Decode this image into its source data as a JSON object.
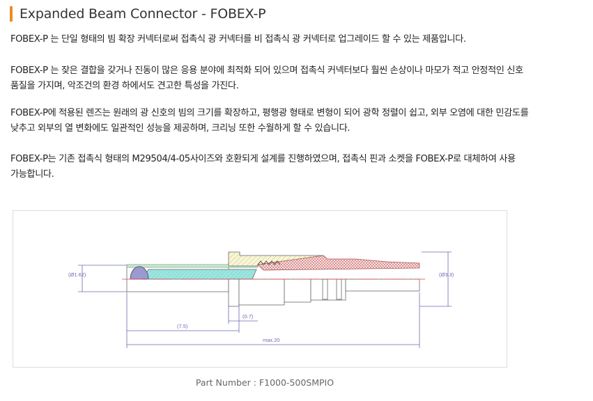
{
  "title": "Expanded Beam Connector - FOBEX-P",
  "paragraphs": [
    [
      "FOBEX-P 는 단일 형태의 빔 확장 커넥터로써 접촉식 광 커넥터를 비 접촉식 광 커넥터로 업그레이드 할 수 있는 제품입니다."
    ],
    [
      "FOBEX-P 는 잦은 결합을 갖거나 진동이 많은 응용 분야에 최적화 되어 있으며 접촉식 커넥터보다 훨씬 손상이나 마모가 적고 안정적인 신호",
      "품질을 가지며, 악조건의 환경 하에서도 견고한 특성을 가진다."
    ],
    [
      "FOBEX-P에 적용된 렌즈는 원래의 광 신호의 빔의 크기를 확장하고, 평행광 형태로 변형이 되어 광학 정렬이 쉽고, 외부 오염에 대한 민감도를",
      "낮추고 외부의 열 변화에도 일관적인 성능을 제공하며, 크리닝 또한 수월하게 할 수 있습니다."
    ],
    [
      "FOBEX-P는 기존 접촉식 형태의 M29504/4-05사이즈와 호환되게 설계를 진행하였으며, 접촉식 핀과 소켓을 FOBEX-P로 대체하여 사용",
      "가능합니다."
    ]
  ],
  "drawing": {
    "dia_small": "(Ø1.62)",
    "dia_large": "(Ø3.3)",
    "dim_flange": "(0.7)",
    "dim_lens": "(7.5)",
    "dim_total": "max.20"
  },
  "caption": "Part Number : F1000-500SMPIO",
  "colors": {
    "accent": "#f08a24"
  }
}
